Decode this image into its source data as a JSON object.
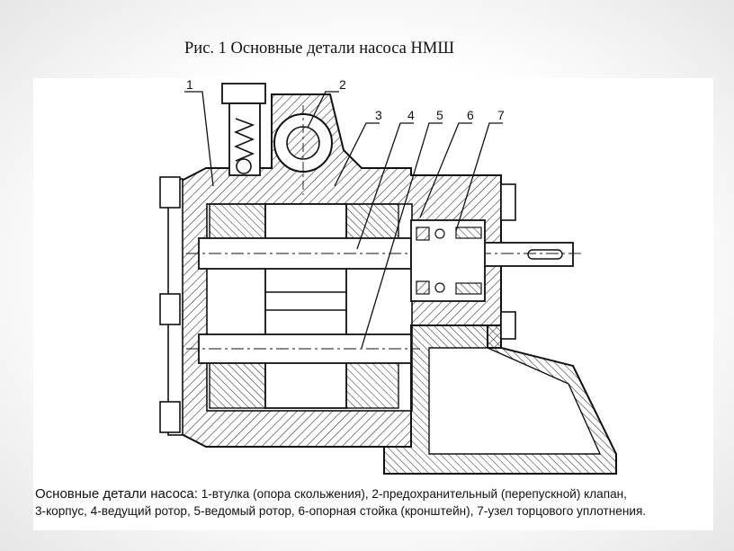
{
  "caption": "Рис. 1 Основные детали насоса НМШ",
  "callouts": [
    "1",
    "2",
    "3",
    "4",
    "5",
    "6",
    "7"
  ],
  "legend": {
    "label": "Основные детали насоса:",
    "line1": "1-втулка (опора скольжения), 2-предохранительный (перепускной) клапан,",
    "line2": "3-корпус, 4-ведущий ротор, 5-ведомый ротор, 6-опорная стойка (кронштейн), 7-узел торцового уплотнения."
  }
}
